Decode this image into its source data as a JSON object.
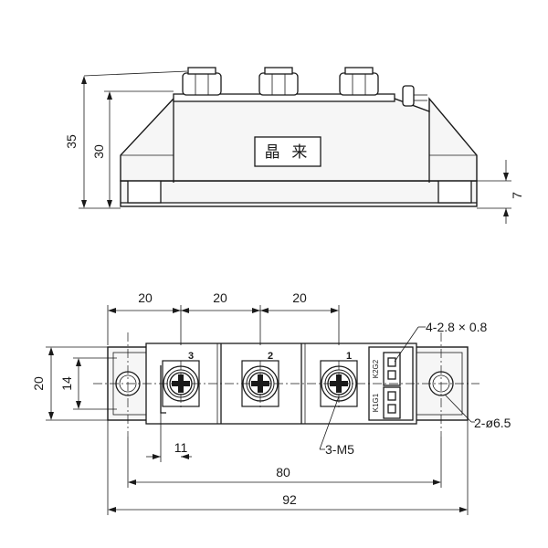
{
  "side_view": {
    "label_text": "晶 来",
    "dims": {
      "overall_height": "35",
      "body_height": "30",
      "base_height": "7"
    }
  },
  "top_view": {
    "dims": {
      "pitch_left": "20",
      "pitch_mid": "20",
      "pitch_right": "20",
      "width_outer": "20",
      "width_inner": "14",
      "offset": "11",
      "mount_pitch": "80",
      "overall_length": "92"
    },
    "terminals": [
      "3",
      "2",
      "1"
    ],
    "tab_labels": {
      "upper": "K2G2",
      "lower": "K1G1"
    },
    "callouts": {
      "tabs": "4-2.8 × 0.8",
      "screws": "3-M5",
      "holes": "2-ø6.5"
    }
  }
}
